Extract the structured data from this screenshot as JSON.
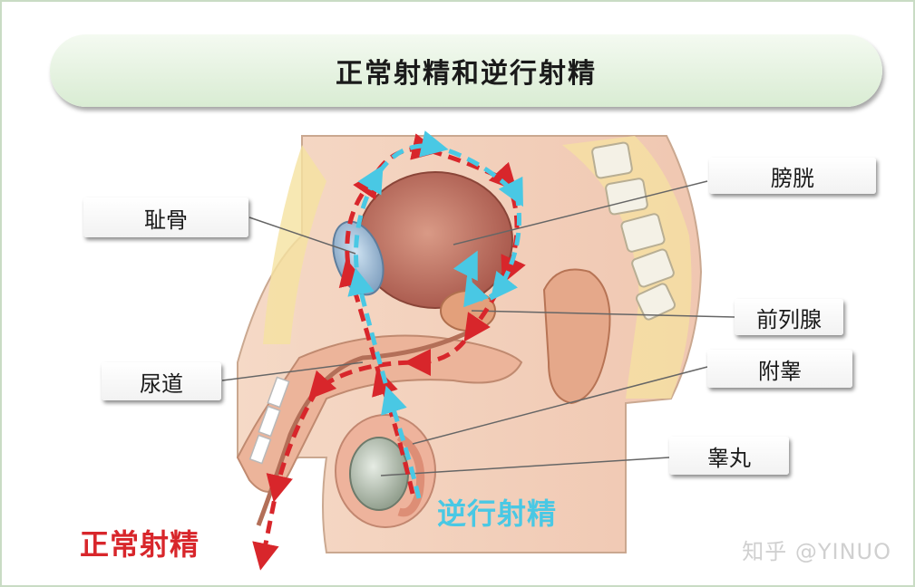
{
  "title": "正常射精和逆行射精",
  "labels": {
    "pubic_bone": "耻骨",
    "bladder": "膀胱",
    "prostate": "前列腺",
    "urethra": "尿道",
    "epididymis": "附睾",
    "testis": "睾丸"
  },
  "legend": {
    "normal": "正常射精",
    "retrograde": "逆行射精"
  },
  "colors": {
    "normal_arrow": "#d8262b",
    "retrograde_arrow": "#49c8e4",
    "title_bg": "#d9ecd3"
  },
  "watermark": "知乎 @YINUO"
}
